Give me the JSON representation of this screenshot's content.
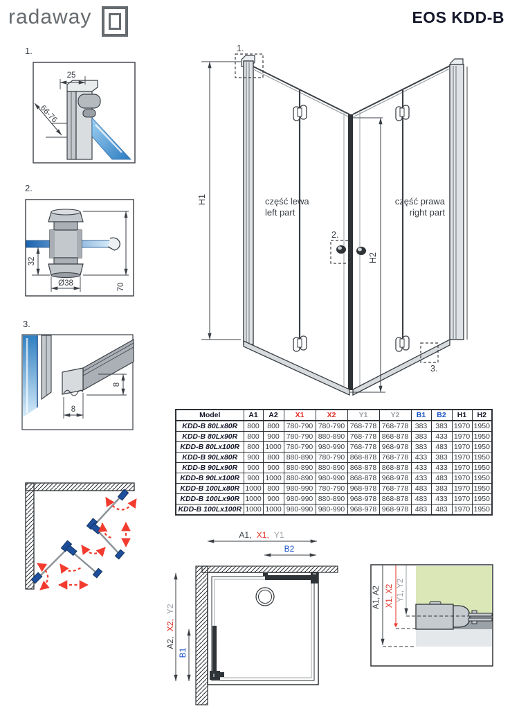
{
  "header": {
    "logo_text": "radaway",
    "title": "EOS KDD-B"
  },
  "details": {
    "d1": {
      "label": "1.",
      "dim_width": "25",
      "dim_range": "66-76"
    },
    "d2": {
      "label": "2.",
      "dim_offset": "32",
      "dim_diameter": "Ø38",
      "dim_height": "70"
    },
    "d3": {
      "label": "3.",
      "dim_profile_height": "8",
      "dim_profile_width": "8"
    }
  },
  "main_drawing": {
    "marker_1": "1.",
    "marker_2": "2.",
    "marker_3": "3.",
    "dim_h1": "H1",
    "dim_h2": "H2",
    "left_part_pl": "część lewa",
    "left_part_en": "left part",
    "right_part_pl": "część prawa",
    "right_part_en": "right part"
  },
  "table": {
    "columns": [
      {
        "label": "Model",
        "color": "dark"
      },
      {
        "label": "A1",
        "color": "dark"
      },
      {
        "label": "A2",
        "color": "dark"
      },
      {
        "label": "X1",
        "color": "red"
      },
      {
        "label": "X2",
        "color": "red"
      },
      {
        "label": "Y1",
        "color": "gray"
      },
      {
        "label": "Y2",
        "color": "gray"
      },
      {
        "label": "B1",
        "color": "blue"
      },
      {
        "label": "B2",
        "color": "blue"
      },
      {
        "label": "H1",
        "color": "dark"
      },
      {
        "label": "H2",
        "color": "dark"
      }
    ],
    "rows": [
      [
        "KDD-B 80Lx80R",
        "800",
        "800",
        "780-790",
        "780-790",
        "768-778",
        "768-778",
        "383",
        "383",
        "1970",
        "1950"
      ],
      [
        "KDD-B 80Lx90R",
        "800",
        "900",
        "780-790",
        "880-890",
        "768-778",
        "868-878",
        "383",
        "433",
        "1970",
        "1950"
      ],
      [
        "KDD-B 80Lx100R",
        "800",
        "1000",
        "780-790",
        "980-990",
        "768-778",
        "968-978",
        "383",
        "483",
        "1970",
        "1950"
      ],
      [
        "KDD-B 90Lx80R",
        "900",
        "800",
        "880-890",
        "780-790",
        "868-878",
        "768-778",
        "433",
        "383",
        "1970",
        "1950"
      ],
      [
        "KDD-B 90Lx90R",
        "900",
        "900",
        "880-890",
        "880-890",
        "868-878",
        "868-878",
        "433",
        "433",
        "1970",
        "1950"
      ],
      [
        "KDD-B 90Lx100R",
        "900",
        "1000",
        "880-890",
        "980-990",
        "868-878",
        "968-978",
        "433",
        "483",
        "1970",
        "1950"
      ],
      [
        "KDD-B 100Lx80R",
        "1000",
        "800",
        "980-990",
        "780-790",
        "968-978",
        "768-778",
        "483",
        "383",
        "1970",
        "1950"
      ],
      [
        "KDD-B 100Lx90R",
        "1000",
        "900",
        "980-990",
        "880-890",
        "968-978",
        "868-878",
        "483",
        "433",
        "1970",
        "1950"
      ],
      [
        "KDD-B 100Lx100R",
        "1000",
        "1000",
        "980-990",
        "980-990",
        "968-978",
        "968-978",
        "483",
        "483",
        "1970",
        "1950"
      ]
    ]
  },
  "top_view": {
    "dim_a1": "A1,",
    "dim_x1": "X1,",
    "dim_y1": "Y1",
    "dim_b2": "B2",
    "dim_a2": "A2,",
    "dim_x2": "X2,",
    "dim_y2": "Y2",
    "dim_b1": "B1"
  },
  "wall_detail": {
    "dim_a": "A1, A2",
    "dim_x": "X1, X2",
    "dim_y": "Y1, Y2"
  },
  "colors": {
    "accent_red": "#e03026",
    "accent_blue": "#1a55c8",
    "label_gray": "#9aa0a6",
    "hinge_blue": "#1d4f9c",
    "arrow_red": "#f23b2e",
    "wall_green": "#dce7b8",
    "line_dark": "#3a3f45"
  }
}
